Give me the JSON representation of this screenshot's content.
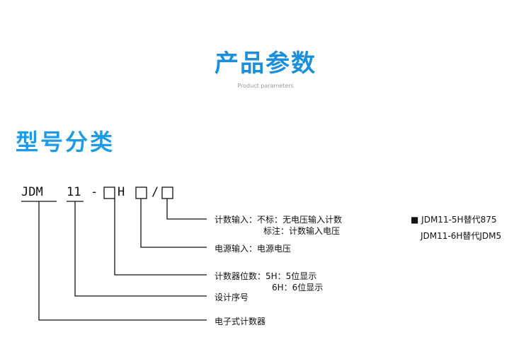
{
  "header": {
    "title": "产品参数",
    "subtitle": "Product parameters"
  },
  "section": {
    "title": "型号分类"
  },
  "model_code": {
    "prefix": "JDM",
    "series": "11",
    "dash": "-",
    "letter": "H",
    "slash": "/"
  },
  "annotations": {
    "count_input_line1": "计数输入：不标：无电压输入计数",
    "count_input_line2": "标注：计数输入电压",
    "power_input": "电源输入：电源电压",
    "digits_line1": "计数器位数：5H：5位显示",
    "digits_line2": "6H：6位显示",
    "design_serial": "设计序号",
    "electronic_counter": "电子式计数器"
  },
  "replacement_notes": {
    "marker": "■",
    "line1": "JDM11-5H替代875",
    "line2": "JDM11-6H替代JDM5"
  }
}
